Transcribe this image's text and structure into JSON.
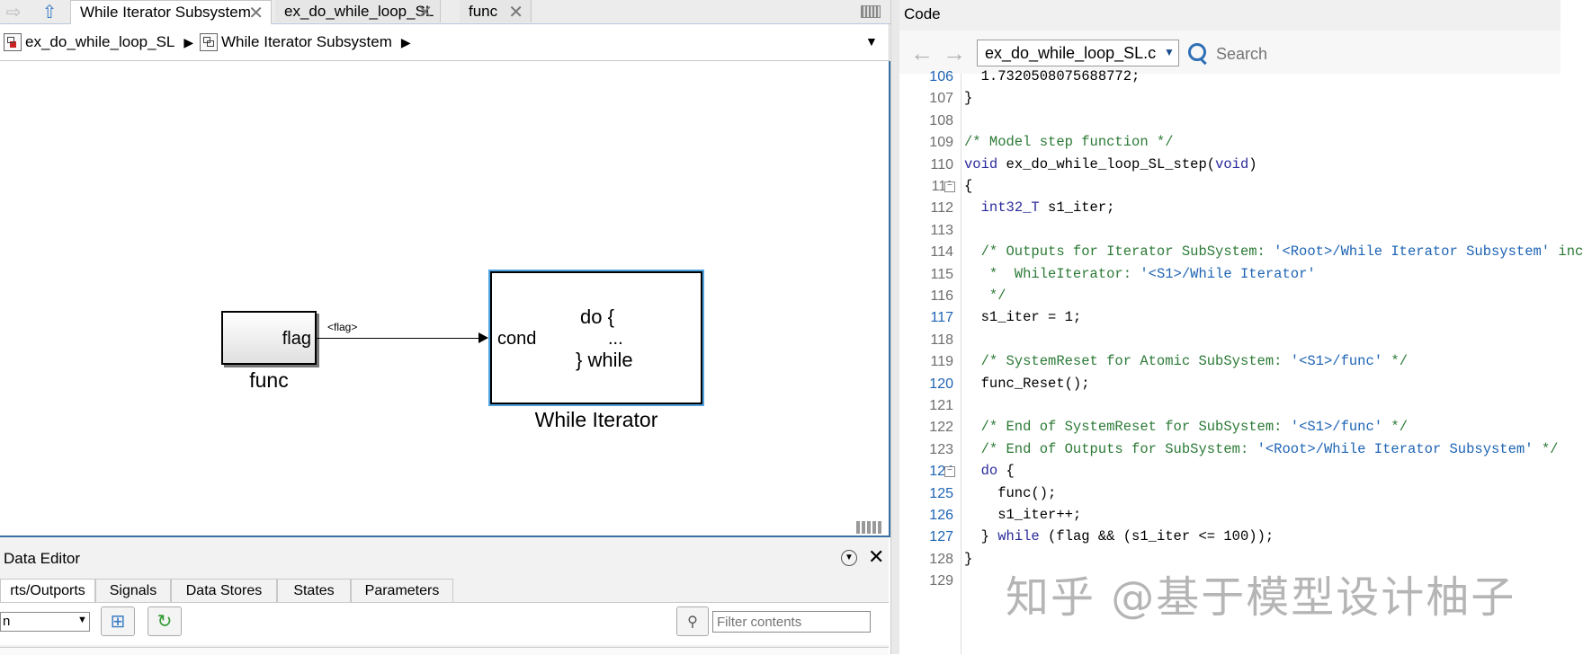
{
  "tabs": [
    {
      "label": "While Iterator Subsystem",
      "active": true
    },
    {
      "label": "ex_do_while_loop_SL",
      "active": false
    },
    {
      "label": "func",
      "active": false
    }
  ],
  "breadcrumb": [
    {
      "label": "ex_do_while_loop_SL"
    },
    {
      "label": "While Iterator Subsystem"
    }
  ],
  "diagram": {
    "func_block": {
      "port_label": "flag",
      "name": "func"
    },
    "signal_label": "<flag>",
    "while_block": {
      "port_label": "cond",
      "line1": "do {",
      "line2": "...",
      "line3": "} while",
      "name": "While Iterator"
    }
  },
  "data_editor": {
    "title": "Data Editor",
    "tabs": [
      "rts/Outports",
      "Signals",
      "Data Stores",
      "States",
      "Parameters"
    ],
    "select_value": "n",
    "filter_placeholder": "Filter contents"
  },
  "code_view": {
    "title": "Code",
    "file": "ex_do_while_loop_SL.c",
    "search_placeholder": "Search",
    "lines": [
      {
        "n": "106",
        "text": "  1.7320508075688772;",
        "linked": true
      },
      {
        "n": "107",
        "text": "}",
        "linked": false
      },
      {
        "n": "108",
        "text": "",
        "linked": false
      },
      {
        "n": "109",
        "text": "/* Model step function */",
        "linked": false
      },
      {
        "n": "110",
        "text": "void ex_do_while_loop_SL_step(void)",
        "linked": false
      },
      {
        "n": "111",
        "text": "{",
        "linked": false,
        "fold": true
      },
      {
        "n": "112",
        "text": "  int32_T s1_iter;",
        "linked": false
      },
      {
        "n": "113",
        "text": "",
        "linked": false
      },
      {
        "n": "114",
        "text": "  /* Outputs for Iterator SubSystem: '<Root>/While Iterator Subsystem' inc",
        "linked": false
      },
      {
        "n": "115",
        "text": "   *  WhileIterator: '<S1>/While Iterator'",
        "linked": false
      },
      {
        "n": "116",
        "text": "   */",
        "linked": false
      },
      {
        "n": "117",
        "text": "  s1_iter = 1;",
        "linked": true
      },
      {
        "n": "118",
        "text": "",
        "linked": false
      },
      {
        "n": "119",
        "text": "  /* SystemReset for Atomic SubSystem: '<S1>/func' */",
        "linked": false
      },
      {
        "n": "120",
        "text": "  func_Reset();",
        "linked": true
      },
      {
        "n": "121",
        "text": "",
        "linked": false
      },
      {
        "n": "122",
        "text": "  /* End of SystemReset for SubSystem: '<S1>/func' */",
        "linked": false
      },
      {
        "n": "123",
        "text": "  /* End of Outputs for SubSystem: '<Root>/While Iterator Subsystem' */",
        "linked": false
      },
      {
        "n": "124",
        "text": "  do {",
        "linked": true,
        "fold": true
      },
      {
        "n": "125",
        "text": "    func();",
        "linked": true
      },
      {
        "n": "126",
        "text": "    s1_iter++;",
        "linked": true
      },
      {
        "n": "127",
        "text": "  } while (flag && (s1_iter <= 100));",
        "linked": true
      },
      {
        "n": "128",
        "text": "}",
        "linked": false
      },
      {
        "n": "129",
        "text": "",
        "linked": false
      }
    ]
  },
  "watermark": "知乎 @基于模型设计柚子",
  "colors": {
    "selection_blue": "#4fa3e0",
    "link_blue": "#1e64b4",
    "comment_green": "#2c7a36"
  }
}
